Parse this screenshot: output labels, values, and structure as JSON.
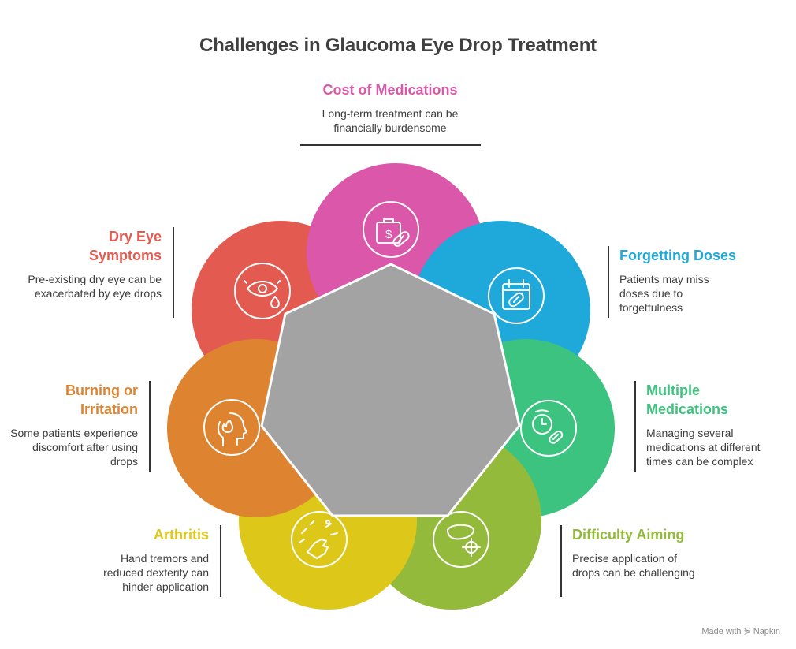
{
  "title": "Challenges in Glaucoma Eye Drop Treatment",
  "segments": [
    {
      "key": "cost",
      "title": "Cost of Medications",
      "description": "Long-term treatment can be financially burdensome",
      "color": "#DA57AA",
      "icon": "money-bag-pill-icon"
    },
    {
      "key": "forgetting",
      "title": "Forgetting Doses",
      "description": "Patients may miss doses due to forgetfulness",
      "color": "#1FA8DA",
      "icon": "calendar-pill-icon"
    },
    {
      "key": "multiple",
      "title": "Multiple Medications",
      "title_lines": [
        "Multiple",
        "Medications"
      ],
      "description": "Managing several medications at different times can be complex",
      "color": "#3CC37F",
      "icon": "clock-pill-icon"
    },
    {
      "key": "aiming",
      "title": "Difficulty Aiming",
      "description": "Precise application of drops can be challenging",
      "color": "#93BA3A",
      "icon": "target-eye-icon"
    },
    {
      "key": "arthritis",
      "title": "Arthritis",
      "description": "Hand tremors and reduced dexterity can hinder application",
      "color": "#DDC718",
      "icon": "tremor-hand-icon"
    },
    {
      "key": "burning",
      "title": "Burning or Irritation",
      "title_lines": [
        "Burning or",
        "Irritation"
      ],
      "description": "Some patients experience discomfort after using drops",
      "color": "#DE8431",
      "icon": "fire-head-icon"
    },
    {
      "key": "dryeye",
      "title": "Dry Eye Symptoms",
      "title_lines": [
        "Dry Eye",
        "Symptoms"
      ],
      "description": "Pre-existing dry eye can be exacerbated by eye drops",
      "color": "#E35A51",
      "icon": "eye-tear-icon"
    }
  ],
  "center_color": "#A3A3A3",
  "credit": {
    "prefix": "Made with",
    "brand": "Napkin"
  }
}
